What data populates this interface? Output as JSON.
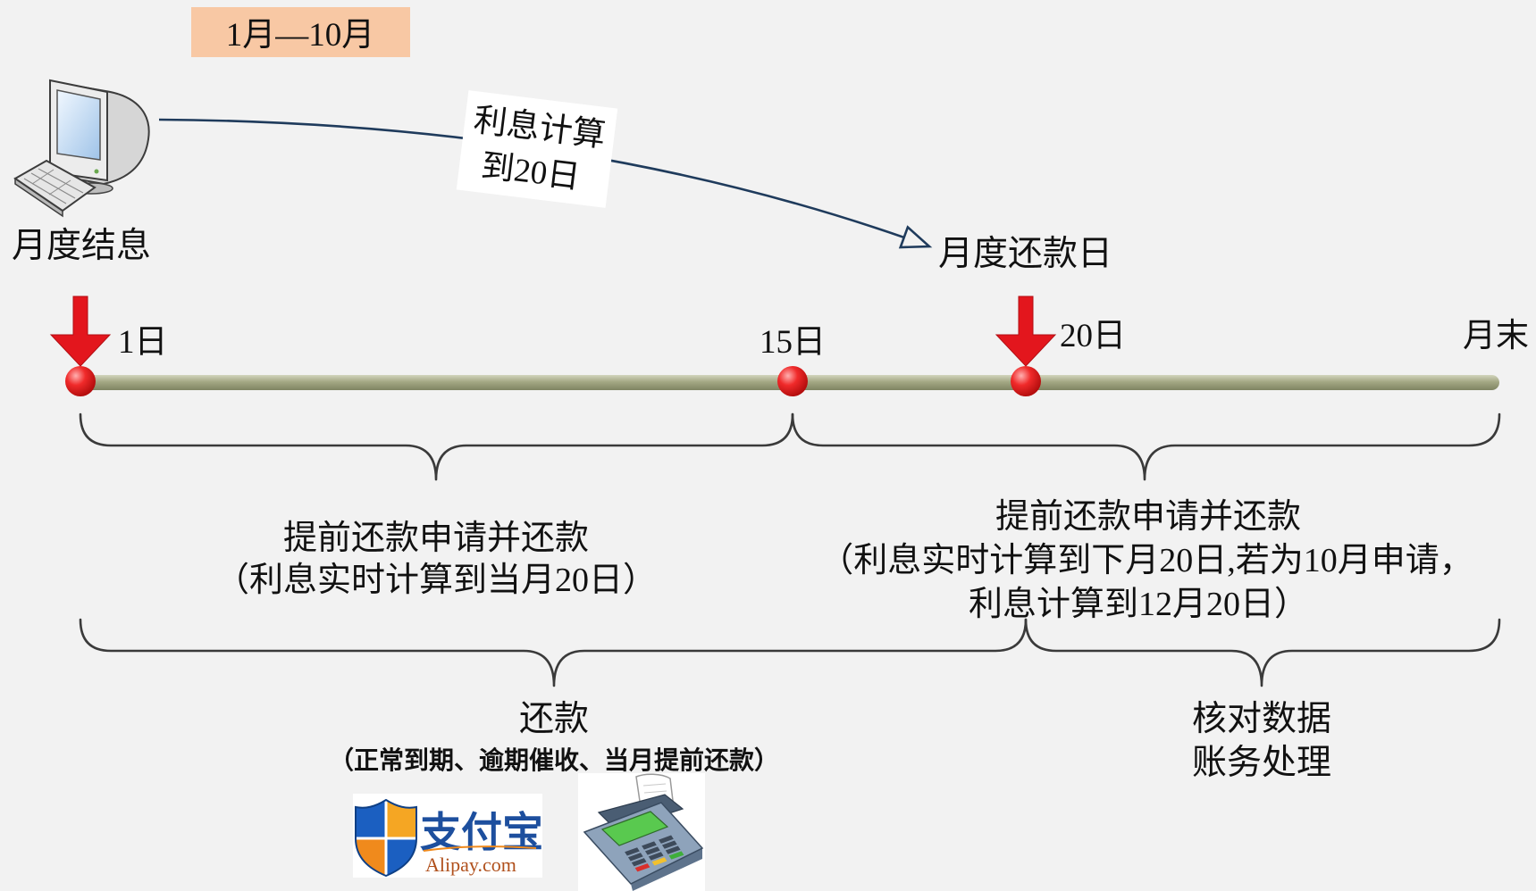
{
  "period": {
    "label": "1月—10月"
  },
  "settlement": {
    "label": "月度结息",
    "icon": "computer-icon"
  },
  "interest_note": {
    "line1": "利息计算",
    "line2": "到20日"
  },
  "repayment_day": {
    "label": "月度还款日"
  },
  "timeline": {
    "ticks": [
      {
        "label": "1日"
      },
      {
        "label": "15日"
      },
      {
        "label": "20日"
      },
      {
        "label": "月末"
      }
    ]
  },
  "early_repayment_first_half": {
    "title": "提前还款申请并还款",
    "note": "（利息实时计算到当月20日）"
  },
  "early_repayment_second_half": {
    "title": "提前还款申请并还款",
    "note_line1": "（利息实时计算到下月20日,若为10月申请，",
    "note_line2": "利息计算到12月20日）"
  },
  "repayment": {
    "title": "还款",
    "note": "（正常到期、逾期催收、当月提前还款）"
  },
  "reconciliation": {
    "line1": "核对数据",
    "line2": "账务处理"
  },
  "payment_channels": {
    "alipay": {
      "name": "支付宝",
      "domain": "Alipay.com",
      "icon": "alipay-logo"
    },
    "pos": {
      "icon": "pos-terminal-icon"
    }
  },
  "colors": {
    "background": "#f2f2f2",
    "period_box": "#f8c8a4",
    "marker_red": "#e3161d",
    "curve_line": "#1f3b5c",
    "brace": "#3a3a3a",
    "timeline_light": "#d2d5bd",
    "timeline_mid": "#a4a884",
    "timeline_dark": "#7f8462"
  }
}
